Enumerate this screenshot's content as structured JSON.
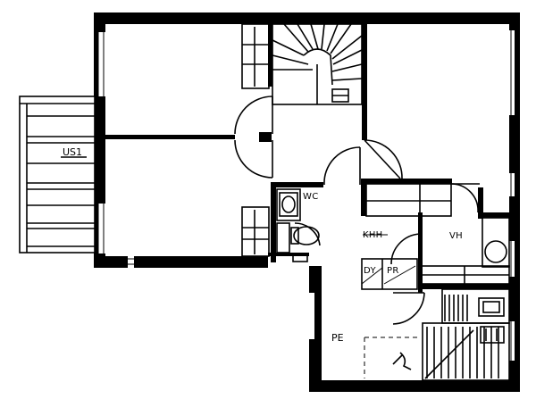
{
  "rooms": {
    "balcony": "US1",
    "wc": "WC",
    "corridor": "KHH",
    "laundry": "VH",
    "dryer": "DY",
    "pr": "PR",
    "entry": "PE"
  },
  "colors": {
    "ink": "#000000",
    "paper": "#ffffff"
  }
}
